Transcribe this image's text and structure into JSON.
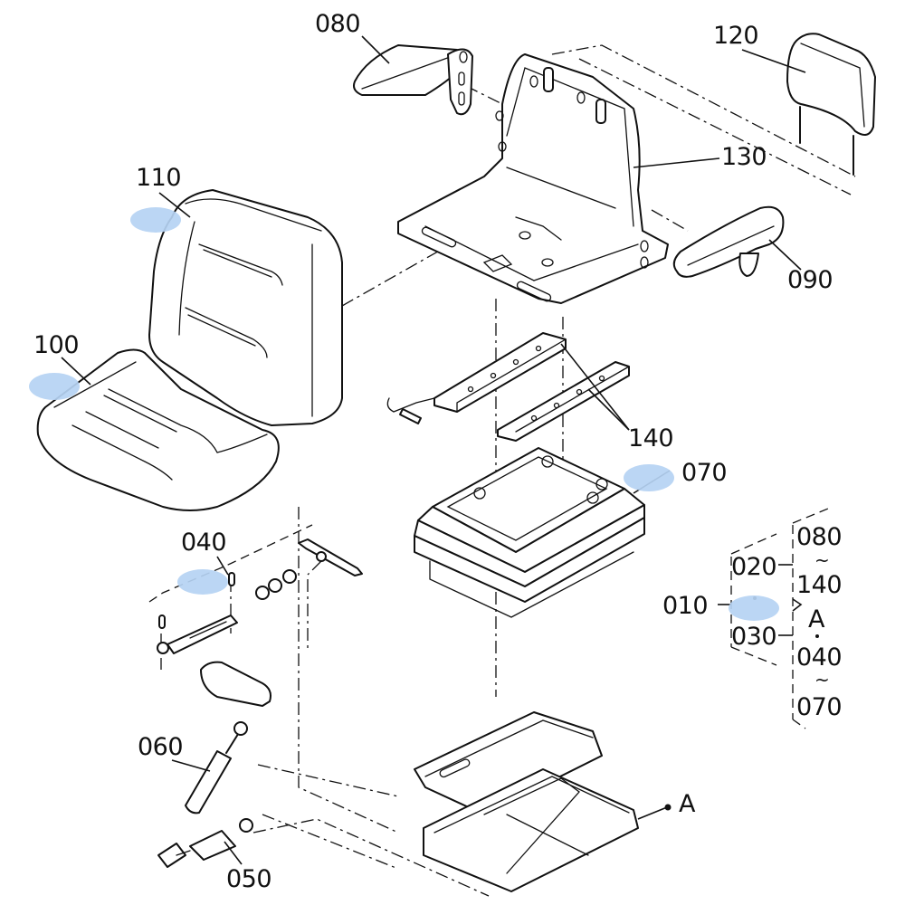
{
  "diagram": {
    "type": "exploded-parts-view",
    "subject": "operator seat assembly",
    "highlight_color": "#b5d2f3",
    "line_color": "#111111",
    "background": "#ffffff"
  },
  "callouts": {
    "p010": "010",
    "p020": "020",
    "p030": "030",
    "p040": "040",
    "p050": "050",
    "p060": "060",
    "p070": "070",
    "p080": "080",
    "p090": "090",
    "p100": "100",
    "p110": "110",
    "p120": "120",
    "p130": "130",
    "p140": "140",
    "pointA": "A"
  },
  "legend": {
    "root": "010",
    "group1": {
      "code": "020",
      "range_from": "080",
      "tilde": "~",
      "range_to": "140"
    },
    "group2": {
      "code": "030",
      "ref": "A",
      "dot": "•",
      "range_from": "040",
      "tilde": "~",
      "range_to": "070"
    }
  },
  "hotspots": [
    "110",
    "100",
    "040",
    "070",
    "010"
  ]
}
